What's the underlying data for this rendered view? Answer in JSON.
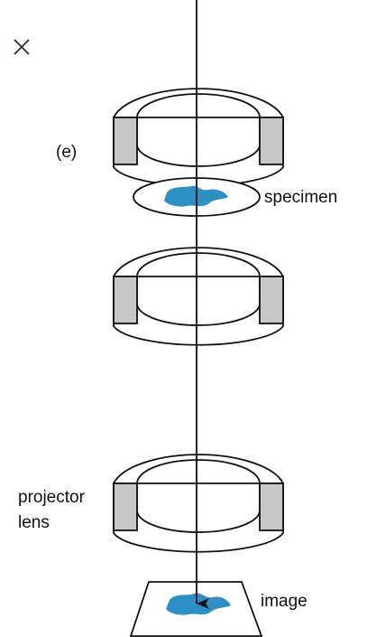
{
  "labels": {
    "panel": "(e)",
    "specimen": "specimen",
    "projector_line1": "projector",
    "projector_line2": "lens",
    "image": "image"
  },
  "icons": {
    "close": "close-icon"
  },
  "colors": {
    "specimen_blob": "#2d8fc4",
    "coil_fill": "#c8c8c8",
    "stroke": "#111111"
  }
}
